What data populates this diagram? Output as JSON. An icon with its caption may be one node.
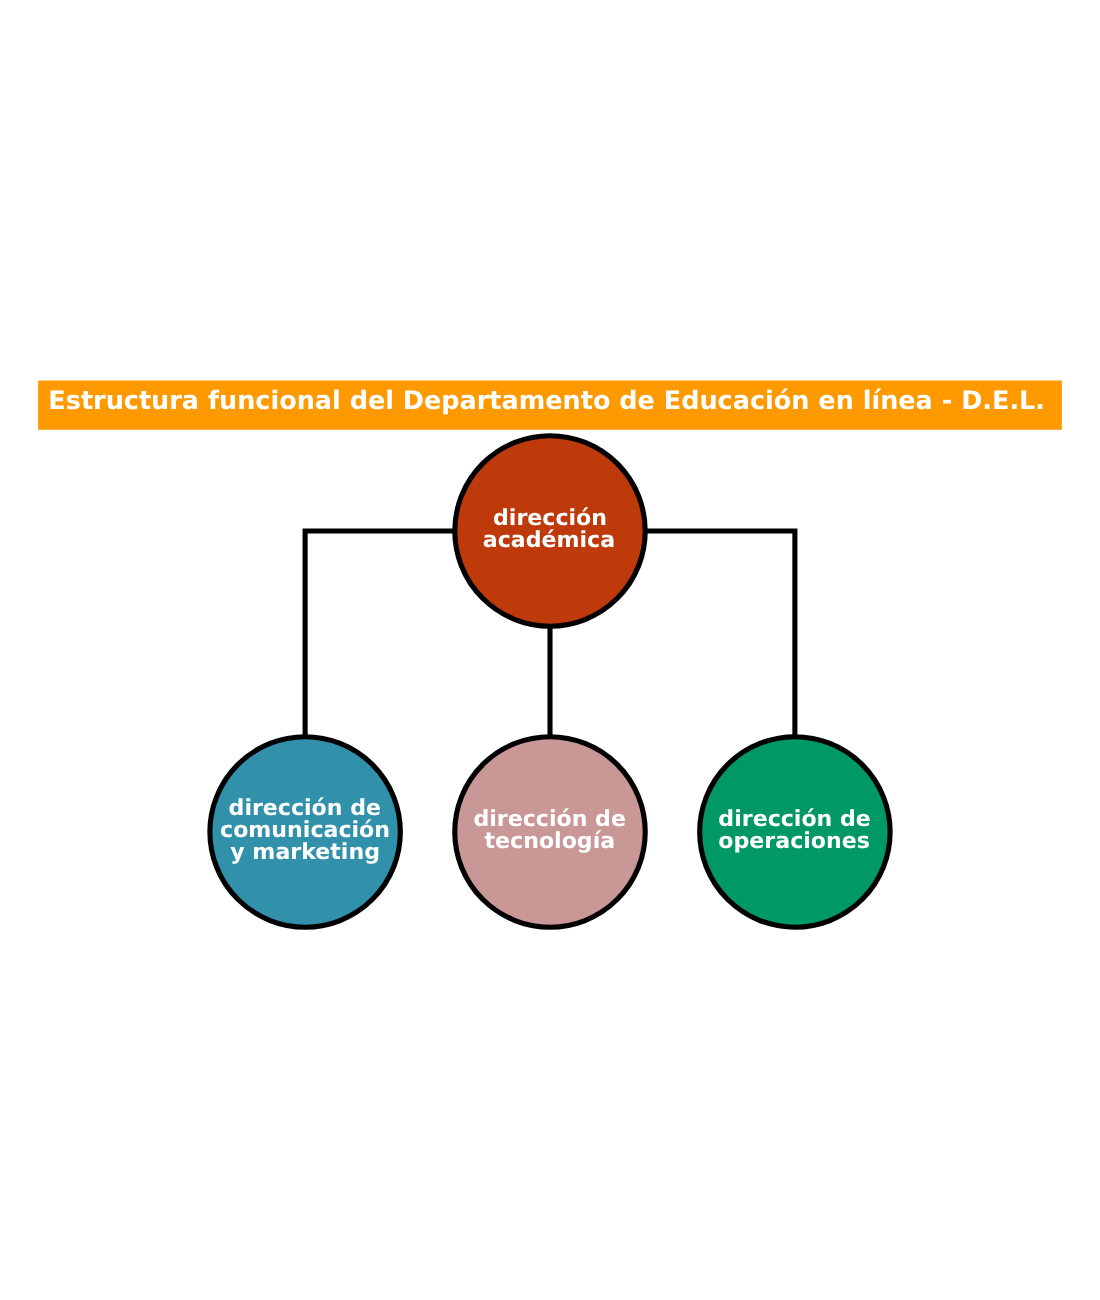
{
  "diagram": {
    "title": "Estructura funcional del Departamento de Educación en línea - D.E.L.",
    "nodes": [
      {
        "text": [
          "dirección académica"
        ]
      },
      {
        "text": [
          "dirección de comunicación y marketing"
        ]
      },
      {
        "text": [
          "dirección de tecnología"
        ]
      },
      {
        "text": [
          "dirección de operaciones"
        ]
      }
    ],
    "edges": [
      {
        "from": 0,
        "to": 1,
        "arrow": "none"
      },
      {
        "from": 0,
        "to": 2,
        "arrow": "none"
      },
      {
        "from": 0,
        "to": 3,
        "arrow": "none"
      }
    ]
  }
}
